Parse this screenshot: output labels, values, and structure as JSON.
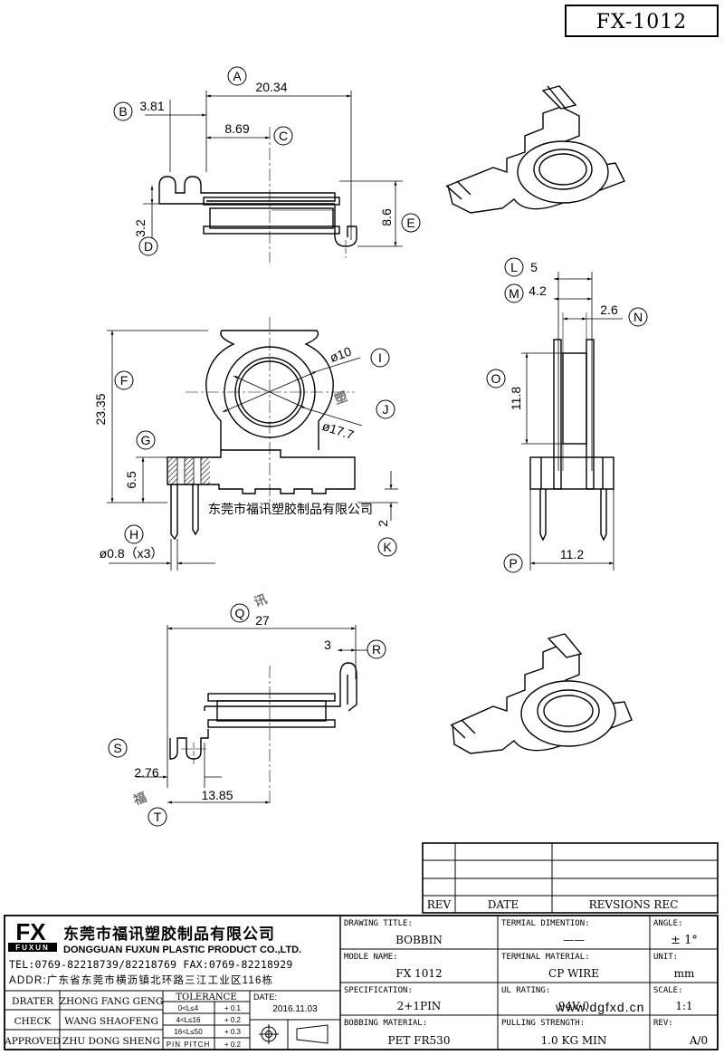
{
  "drawing_number": "FX-1012",
  "watermark": {
    "chinese": "东莞市福讯塑胶制品有限公司",
    "url": "www.dgfxd.cn"
  },
  "top_view": {
    "dims": {
      "A": "20.34",
      "B": "3.81",
      "C": "8.69",
      "D": "3.2",
      "E": "8.6"
    }
  },
  "front_view": {
    "dims": {
      "F": "23.35",
      "G": "6.5",
      "H": "ø0.8（x3）",
      "I": "ø10",
      "J": "ø17.7",
      "K": "2"
    }
  },
  "side_view": {
    "dims": {
      "L": "5",
      "M": "4.2",
      "N": "2.6",
      "O": "11.8",
      "P": "11.2"
    }
  },
  "bottom_view": {
    "dims": {
      "Q": "27",
      "R": "3",
      "S": "2.76",
      "T": "13.85"
    }
  },
  "revision_table": {
    "headers": [
      "REV",
      "DATE",
      "REVSIONS REC"
    ]
  },
  "company": {
    "logo": "FX",
    "logo_sub": "FUXUN",
    "name_cn": "东莞市福讯塑胶制品有限公司",
    "name_en": "DONGGUAN FUXUN PLASTIC PRODUCT CO.,LTD.",
    "tel": "TEL:0769-82218739/82218769 FAX:0769-82218929",
    "addr": "ADDR:广东省东莞市横沥镇北环路三江工业区116栋"
  },
  "approvals": {
    "rows": [
      {
        "role": "DRATER",
        "name": "ZHONG FANG GENG"
      },
      {
        "role": "CHECK",
        "name": "WANG SHAOFENG"
      },
      {
        "role": "APPROVED",
        "name": "ZHU DONG SHENG"
      }
    ],
    "tolerance_title": "TOLERANCE",
    "tolerances": [
      {
        "range": "0<L≤4",
        "value": "+ 0.1"
      },
      {
        "range": "4<L≤16",
        "value": "+ 0.2"
      },
      {
        "range": "16<L≤50",
        "value": "+ 0.3"
      },
      {
        "range": "PIN PITCH",
        "value": "+ 0.2"
      }
    ],
    "date_label": "DATE:",
    "date": "2016.11.03"
  },
  "title_block": {
    "drawing_title_label": "DRAWING TITLE:",
    "drawing_title": "BOBBIN",
    "terminal_dimention_label": "TERMIAL DIMENTION:",
    "terminal_dimention": "——",
    "angle_label": "ANGLE:",
    "angle": "± 1°",
    "model_label": "MODLE NAME:",
    "model": "FX 1012",
    "terminal_material_label": "TERMINAL MATERIAL:",
    "terminal_material": "CP WIRE",
    "unit_label": "UNIT:",
    "unit": "mm",
    "spec_label": "SPECIFICATION:",
    "spec": "2+1PIN",
    "ul_label": "UL RATING:",
    "ul": "94V-0",
    "scale_label": "SCALE:",
    "scale": "1:1",
    "material_label": "BOBBING MATERIAL:",
    "material": "PET FR530",
    "pulling_label": "PULLING STRENGTH:",
    "pulling": "1.0 KG MIN",
    "rev_label": "REV:",
    "rev": "A/0"
  }
}
